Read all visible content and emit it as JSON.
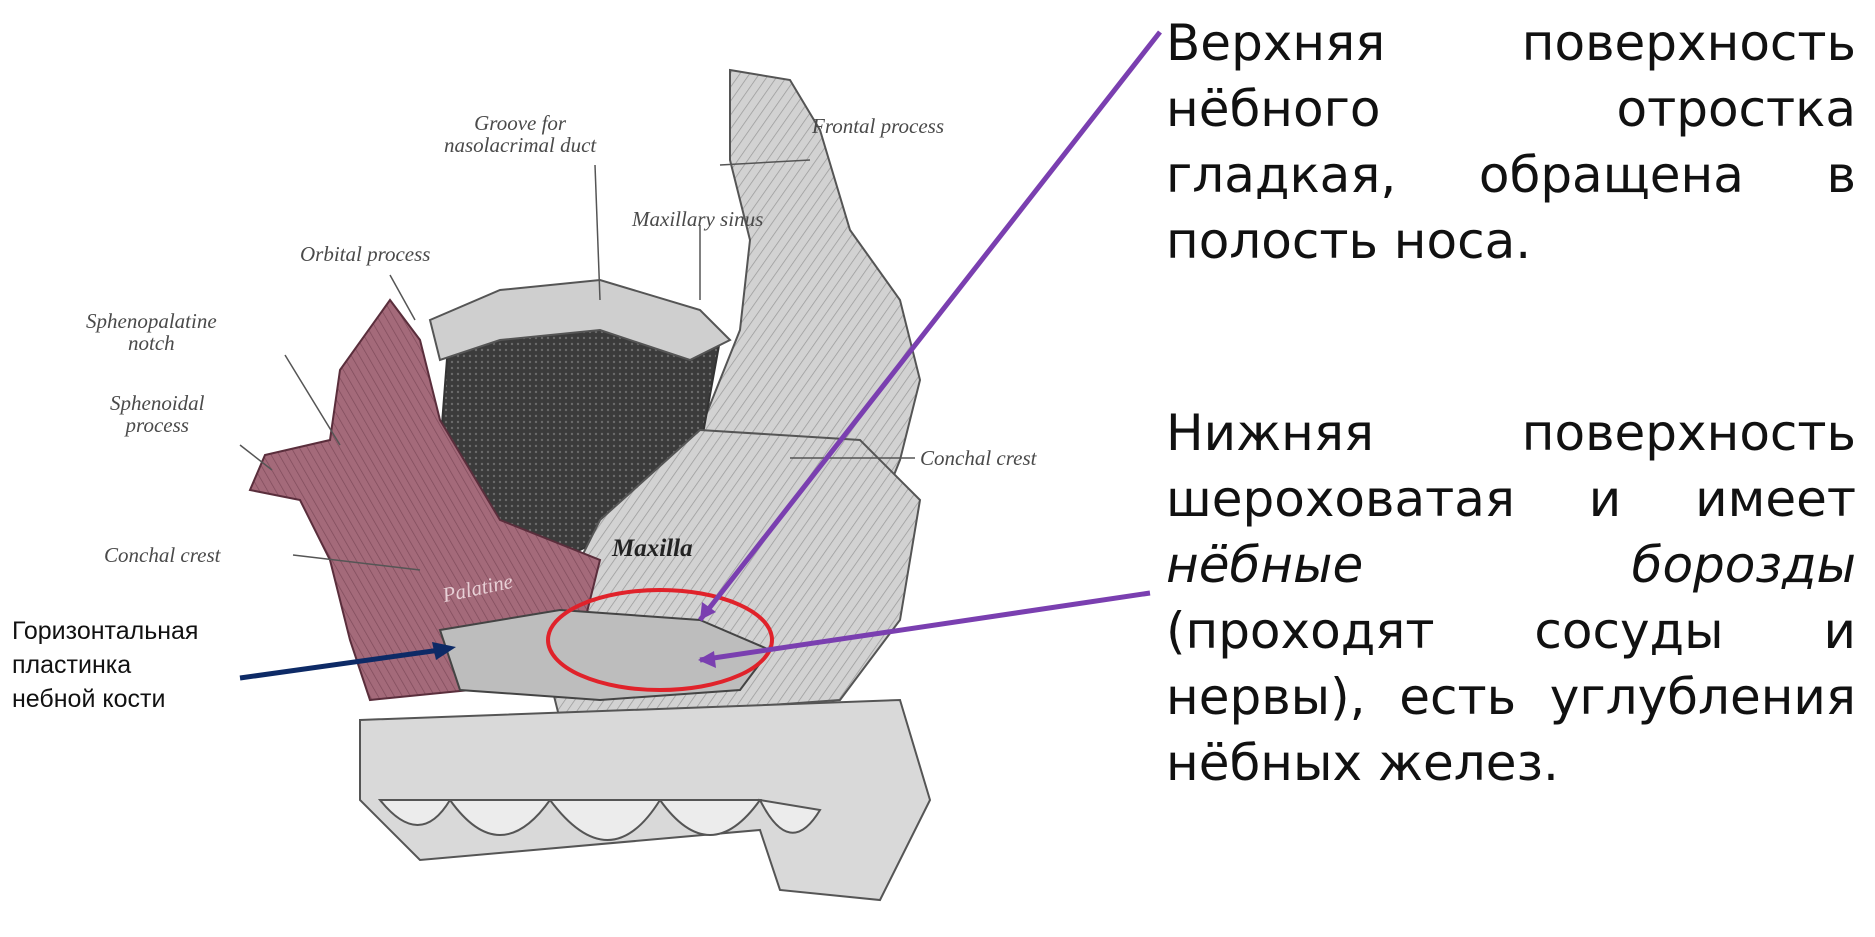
{
  "figure_labels": {
    "groove": [
      "Groove for",
      "nasolacrimal duct"
    ],
    "frontal_process": "Frontal process",
    "maxillary_sinus": "Maxillary sinus",
    "orbital_process": "Orbital process",
    "sphenopalatine_notch": [
      "Sphenopalatine",
      "notch"
    ],
    "sphenoidal_process": [
      "Sphenoidal",
      "process"
    ],
    "conchal_crest_left": "Conchal crest",
    "conchal_crest_right": "Conchal crest",
    "maxilla": "Maxilla",
    "palatine": "Palatine"
  },
  "side_note": [
    "Горизонтальная",
    "пластинка",
    "небной кости"
  ],
  "paragraph_upper": [
    "Верхняя поверхность",
    "нёбного отростка",
    "гладкая, обращена в",
    "полость носа."
  ],
  "paragraph_lower": {
    "line1": "Нижняя поверхность",
    "line2": "шероховатая и имеет",
    "italic": "нёбные борозды",
    "line4": "(проходят сосуды и",
    "line5": "нервы), есть углубления",
    "line6": "нёбных желез."
  },
  "colors": {
    "bone_pink": "#a46a7a",
    "bone_gray": "#c9c9c9",
    "arrow_purple": "#7a3fb0",
    "arrow_navy": "#0d2a66",
    "ellipse_red": "#e0222a"
  }
}
